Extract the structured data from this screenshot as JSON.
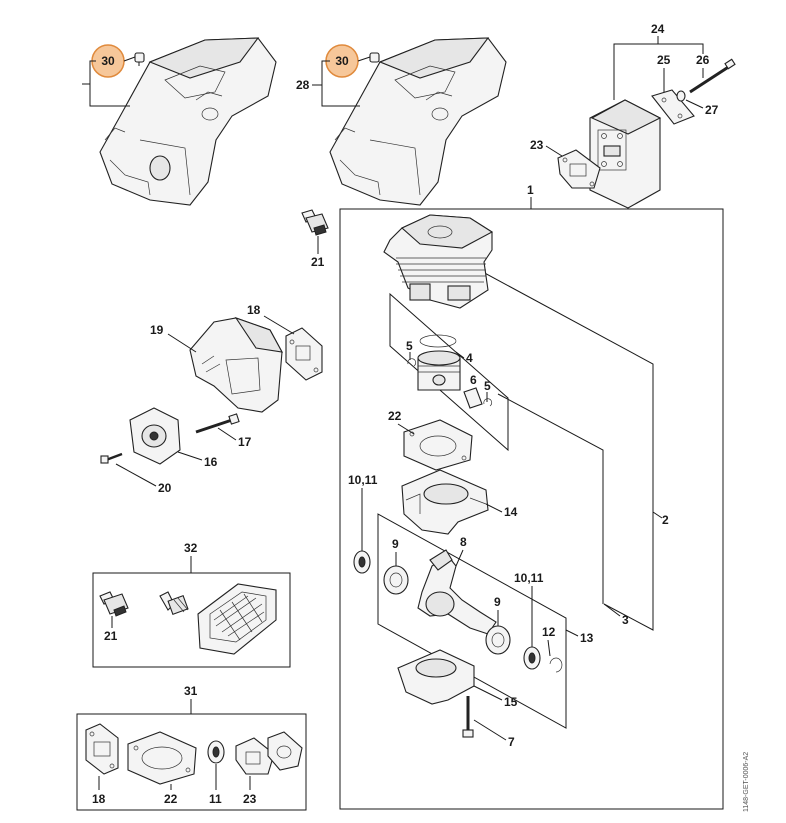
{
  "labels": {
    "l30a": "30",
    "l30b": "30",
    "l28": "28",
    "l24": "24",
    "l25": "25",
    "l26": "26",
    "l27": "27",
    "l23a": "23",
    "l1": "1",
    "l21a": "21",
    "l18a": "18",
    "l19": "19",
    "l17": "17",
    "l16": "16",
    "l20": "20",
    "l5a": "5",
    "l4": "4",
    "l6": "6",
    "l5b": "5",
    "l22a": "22",
    "l1011a": "10,11",
    "l14": "14",
    "l2": "2",
    "l9a": "9",
    "l8": "8",
    "l9b": "9",
    "l1011b": "10,11",
    "l12": "12",
    "l13": "13",
    "l3": "3",
    "l15": "15",
    "l7": "7",
    "l32": "32",
    "l21b": "21",
    "l31": "31",
    "l18b": "18",
    "l22b": "22",
    "l11": "11",
    "l23b": "23"
  },
  "doc_code": "1148-GET-0006-A2",
  "colors": {
    "highlight_fill": "#f6c79a",
    "highlight_stroke": "#e08a3c",
    "line": "#1a1a1a"
  }
}
